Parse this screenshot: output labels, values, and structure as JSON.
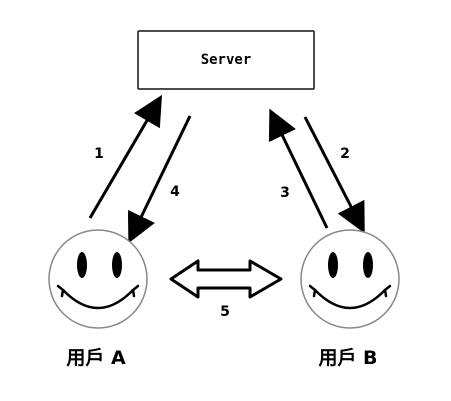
{
  "diagram": {
    "server": {
      "label": "Server"
    },
    "steps": [
      {
        "label": "1"
      },
      {
        "label": "2"
      },
      {
        "label": "3"
      },
      {
        "label": "4"
      },
      {
        "label": "5"
      }
    ],
    "users": [
      {
        "label": "用戶 A"
      },
      {
        "label": "用戶 B"
      }
    ]
  }
}
